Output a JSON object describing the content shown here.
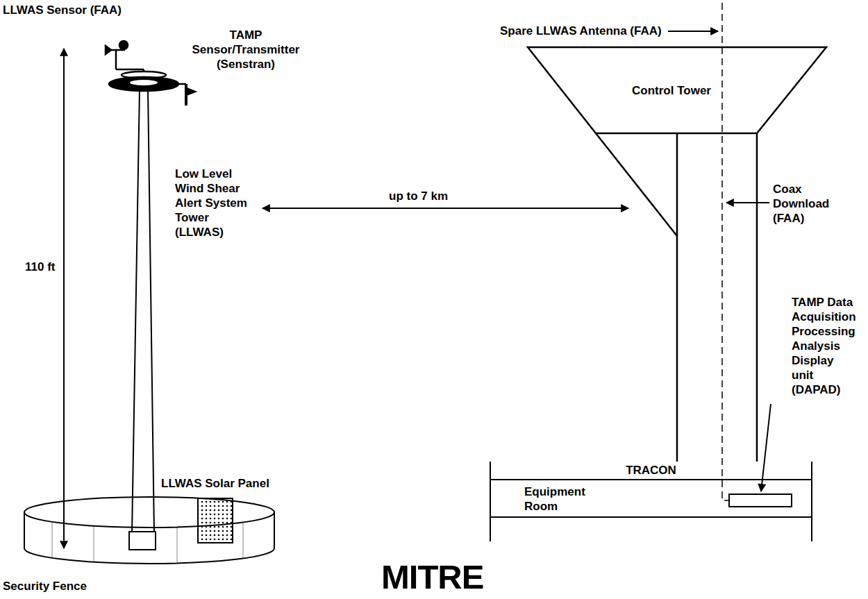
{
  "diagram": {
    "nodes": [
      {
        "text": [
          "Control Tower"
        ]
      },
      {
        "text": [
          "TRACON"
        ]
      },
      {
        "text": [
          "Equipment Room"
        ],
        "in": 1
      }
    ],
    "labels": [
      "LLWAS Sensor (FAA)",
      "TAMP Sensor/Transmitter (Senstran)",
      "Low Level Wind Shear Alert System Tower (LLWAS)",
      "110 ft",
      "up to 7 km",
      "LLWAS Solar Panel",
      "Security Fence",
      "Spare LLWAS Antenna (FAA)",
      "Coax Download (FAA)",
      "TAMP Data Acquisition Processing Analysis Display unit (DAPAD)",
      "MITRE"
    ]
  }
}
